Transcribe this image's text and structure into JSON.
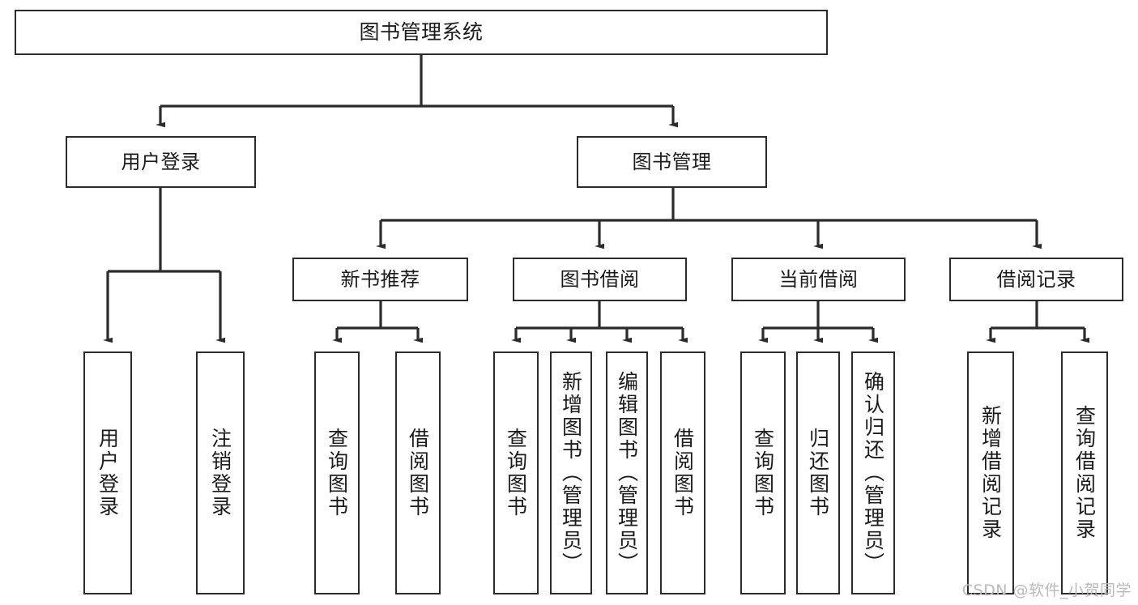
{
  "diagram": {
    "title": "图书管理系统",
    "type": "tree-hierarchy-chart",
    "watermark": "CSDN @软件_小贺同学",
    "line_color": "#2b2b2b",
    "box_fill": "#ffffff",
    "text_color": "#1b1b1b",
    "watermark_color": "#b9b9b9",
    "levels": {
      "root": {
        "label": "图书管理系统"
      },
      "level2": [
        {
          "label": "用户登录"
        },
        {
          "label": "图书管理"
        }
      ],
      "level3": [
        {
          "label": "新书推荐"
        },
        {
          "label": "图书借阅"
        },
        {
          "label": "当前借阅"
        },
        {
          "label": "借阅记录"
        }
      ],
      "leaves": {
        "user_login": [
          {
            "label": "用户登录"
          },
          {
            "label": "注销登录"
          }
        ],
        "new_book_recommend": [
          {
            "label": "查询图书"
          },
          {
            "label": "借阅图书"
          }
        ],
        "book_borrow": [
          {
            "label": "查询图书"
          },
          {
            "label": "新增图书（管理员）"
          },
          {
            "label": "编辑图书（管理员）"
          },
          {
            "label": "借阅图书"
          }
        ],
        "current_borrow": [
          {
            "label": "查询图书"
          },
          {
            "label": "归还图书"
          },
          {
            "label": "确认归还（管理员）"
          }
        ],
        "borrow_record": [
          {
            "label": "新增借阅记录"
          },
          {
            "label": "查询借阅记录"
          }
        ]
      }
    }
  }
}
